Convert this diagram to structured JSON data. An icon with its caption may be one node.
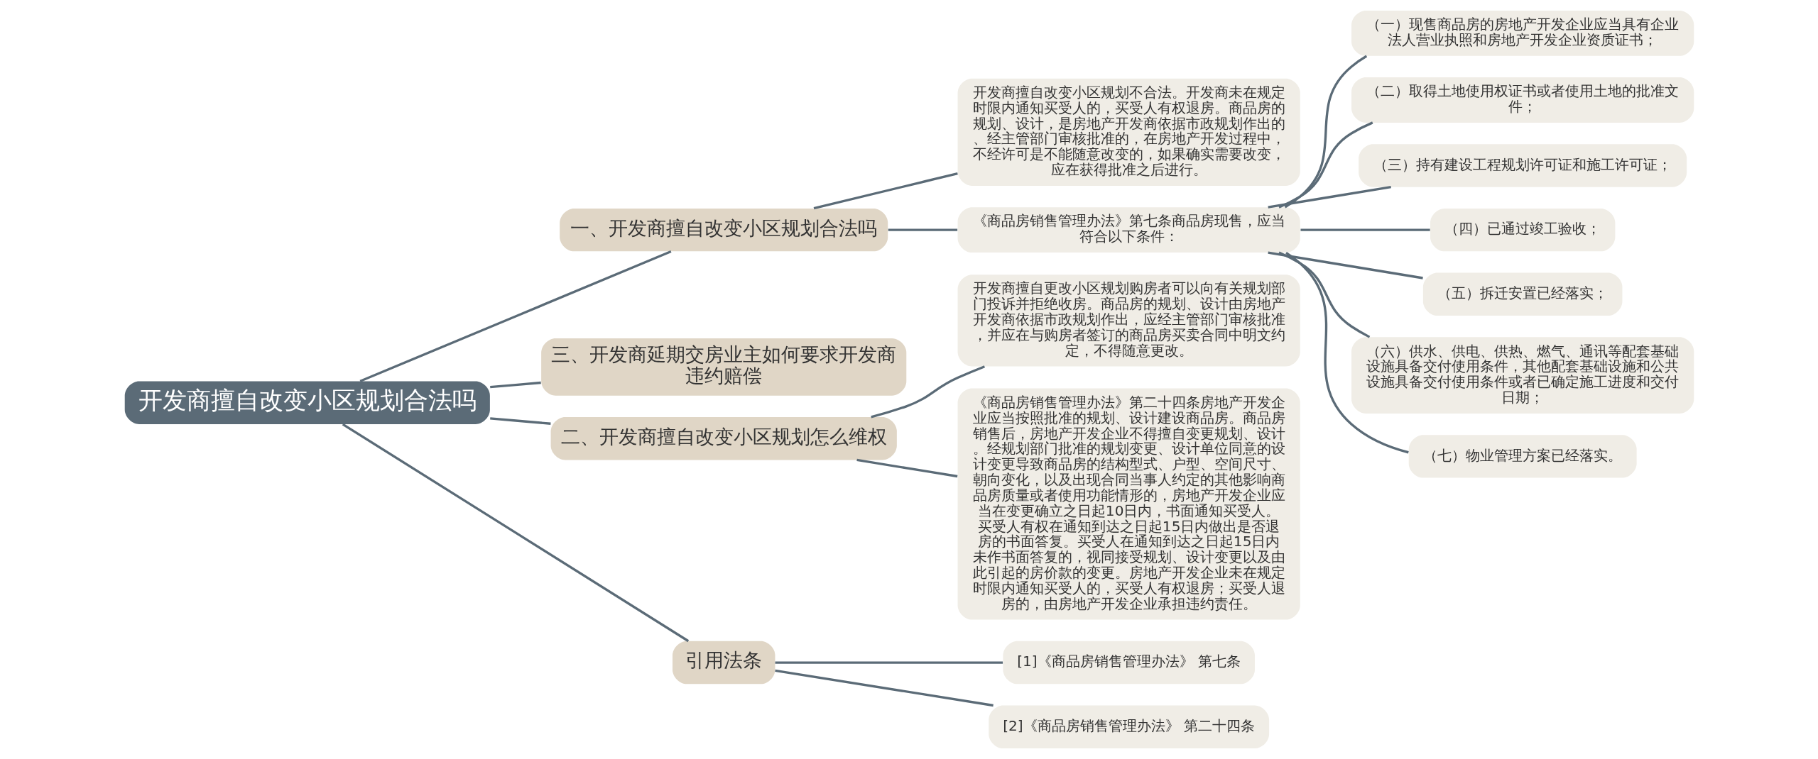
{
  "diagram": {
    "nodes": [
      {
        "text": [
          "开发商擅自改变小区规划合法吗"
        ]
      },
      {
        "text": [
          "一、开发商擅自改变小区规划合法吗"
        ]
      },
      {
        "text": [
          "开发商擅自改变小区规划不合法。开发商未在规定时限内通知买受人的，买受人有权退房。商品房的规划、设计，是房地产开发商依据市政规划作出的、经主管部门审核批准的，在房地产开发过程中，不经许可是不能随意改变的，如果确实需要改变，应在获得批准之后进行。"
        ]
      },
      {
        "text": [
          "《商品房销售管理办法》第七条商品房现售，应当符合以下条件："
        ]
      },
      {
        "text": [
          "（一）现售商品房的房地产开发企业应当具有企业法人营业执照和房地产开发企业资质证书；"
        ]
      },
      {
        "text": [
          "（二）取得土地使用权证书或者使用土地的批准文件；"
        ]
      },
      {
        "text": [
          "（三）持有建设工程规划许可证和施工许可证；"
        ]
      },
      {
        "text": [
          "（四）已通过竣工验收；"
        ]
      },
      {
        "text": [
          "（五）拆迁安置已经落实；"
        ]
      },
      {
        "text": [
          "（六）供水、供电、供热、燃气、通讯等配套基础设施具备交付使用条件，其他配套基础设施和公共设施具备交付使用条件或者已确定施工进度和交付日期；"
        ]
      },
      {
        "text": [
          "（七）物业管理方案已经落实。"
        ]
      },
      {
        "text": [
          "三、开发商延期交房业主如何要求开发商违约赔偿"
        ]
      },
      {
        "text": [
          "二、开发商擅自改变小区规划怎么维权"
        ]
      },
      {
        "text": [
          "开发商擅自更改小区规划购房者可以向有关规划部门投诉并拒绝收房。商品房的规划、设计由房地产开发商依据市政规划作出，应经主管部门审核批准，并应在与购房者签订的商品房买卖合同中明文约定，不得随意更改。"
        ]
      },
      {
        "text": [
          "《商品房销售管理办法》第二十四条房地产开发企业应当按照批准的规划、设计建设商品房。商品房销售后，房地产开发企业不得擅自变更规划、设计。经规划部门批准的规划变更、设计单位同意的设计变更导致商品房的结构型式、户型、空间尺寸、朝向变化，以及出现合同当事人约定的其他影响商品房质量或者使用功能情形的，房地产开发企业应当在变更确立之日起10日内，书面通知买受人。买受人有权在通知到达之日起15日内做出是否退房的书面答复。买受人在通知到达之日起15日内未作书面答复的，视同接受规划、设计变更以及由此引起的房价款的变更。房地产开发企业未在规定时限内通知买受人的，买受人有权退房；买受人退房的，由房地产开发企业承担违约责任。"
        ]
      },
      {
        "text": [
          "引用法条"
        ]
      },
      {
        "text": [
          "[1]《商品房销售管理办法》 第七条"
        ]
      },
      {
        "text": [
          "[2]《商品房销售管理办法》 第二十四条"
        ]
      }
    ],
    "edges": [
      {
        "from": 0,
        "to": 1,
        "arrow": "none"
      },
      {
        "from": 1,
        "to": 2,
        "arrow": "none"
      },
      {
        "from": 1,
        "to": 3,
        "arrow": "none"
      },
      {
        "from": 3,
        "to": 4,
        "arrow": "none"
      },
      {
        "from": 3,
        "to": 5,
        "arrow": "none"
      },
      {
        "from": 3,
        "to": 6,
        "arrow": "none"
      },
      {
        "from": 3,
        "to": 7,
        "arrow": "none"
      },
      {
        "from": 3,
        "to": 8,
        "arrow": "none"
      },
      {
        "from": 3,
        "to": 9,
        "arrow": "none"
      },
      {
        "from": 3,
        "to": 10,
        "arrow": "none"
      },
      {
        "from": 0,
        "to": 11,
        "arrow": "none"
      },
      {
        "from": 0,
        "to": 12,
        "arrow": "none"
      },
      {
        "from": 12,
        "to": 13,
        "arrow": "none"
      },
      {
        "from": 12,
        "to": 14,
        "arrow": "none"
      },
      {
        "from": 0,
        "to": 15,
        "arrow": "none"
      },
      {
        "from": 15,
        "to": 16,
        "arrow": "none"
      },
      {
        "from": 15,
        "to": 17,
        "arrow": "none"
      }
    ]
  }
}
